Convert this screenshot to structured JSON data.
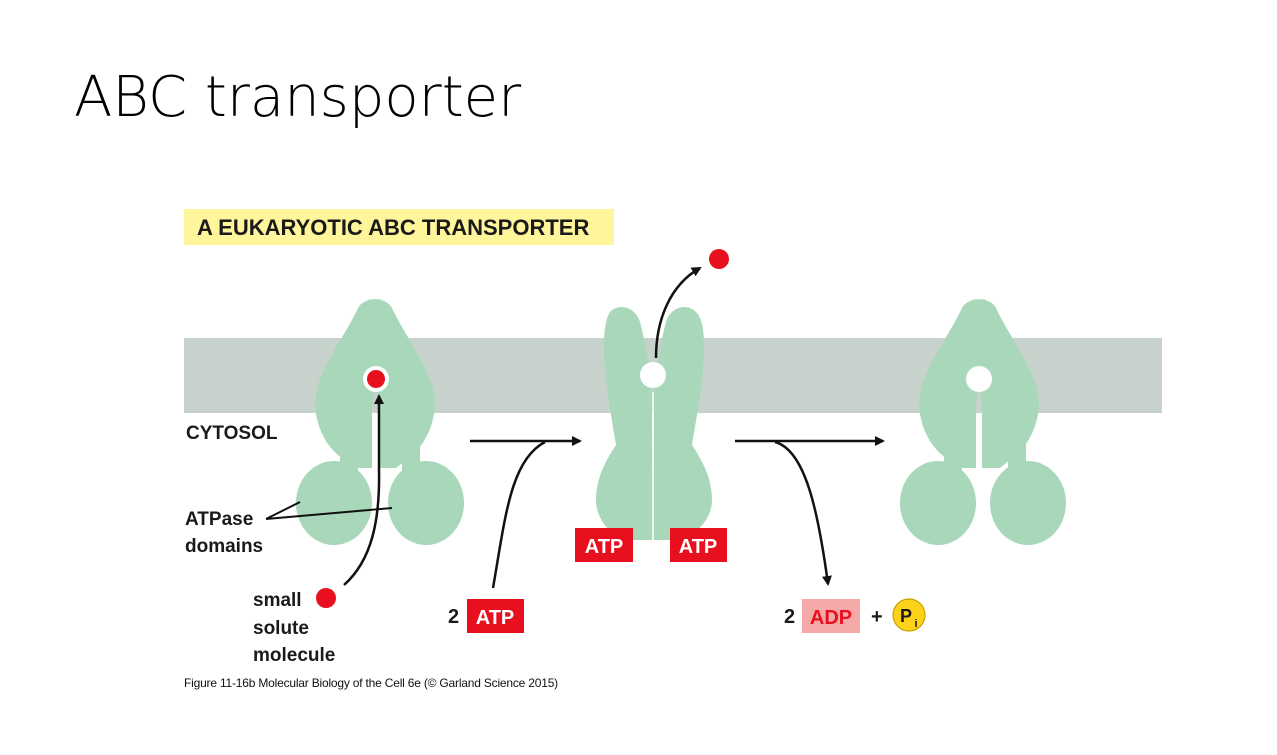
{
  "slide": {
    "title": "ABC transporter"
  },
  "figure": {
    "banner": "A EUKARYOTIC ABC TRANSPORTER",
    "cytosol_label": "CYTOSOL",
    "atpase_label_line1": "ATPase",
    "atpase_label_line2": "domains",
    "solute_label_line1": "small",
    "solute_label_line2": "solute",
    "solute_label_line3": "molecule",
    "atp_input_count": "2",
    "atp_input_label": "ATP",
    "atp_bound_left": "ATP",
    "atp_bound_right": "ATP",
    "adp_count": "2",
    "adp_label": "ADP",
    "plus_sign": "+",
    "pi_label": "P",
    "pi_subscript": "i",
    "caption": "Figure 11-16b  Molecular Biology of the Cell 6e (© Garland Science 2015)",
    "colors": {
      "protein": "#a8d8b9",
      "membrane": "#c8d2cc",
      "solute": "#e8101f",
      "atp_box": "#e8101f",
      "adp_box": "#f4a8a8",
      "adp_text": "#e8101f",
      "banner_bg": "#fff59a",
      "pi_fill": "#ffd21a"
    }
  }
}
